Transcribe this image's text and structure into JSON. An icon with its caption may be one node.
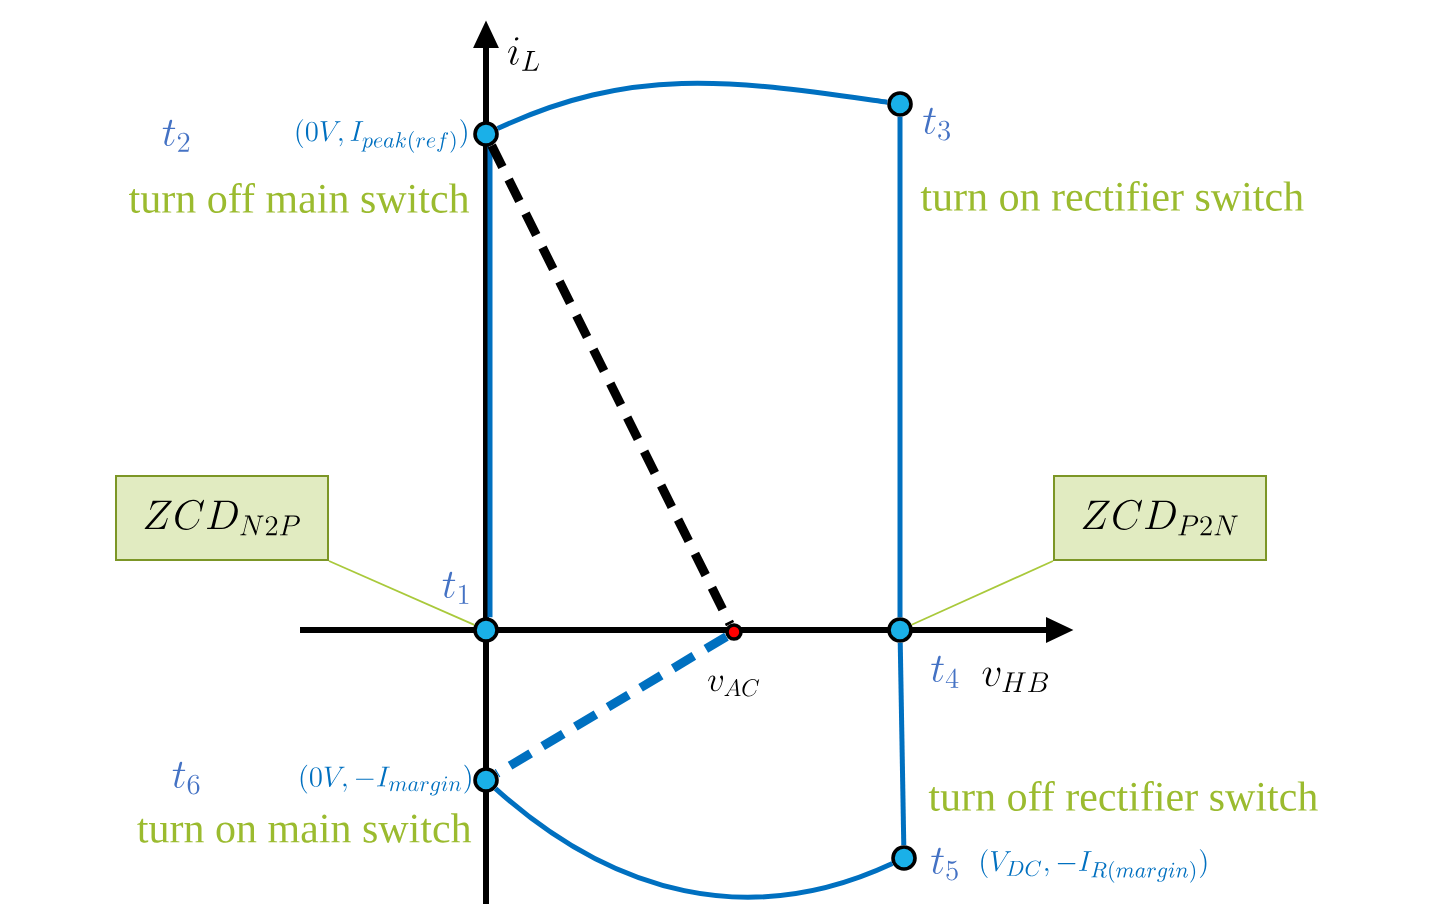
{
  "diagram": {
    "nodes": [
      {
        "text": [],
        "shape": "circle",
        "beside": [
          "t_1"
        ]
      },
      {
        "text": [],
        "shape": "circle",
        "beside": [
          "t_2",
          "(0V, I_{peak(ref)})",
          "turn off main switch"
        ]
      },
      {
        "text": [],
        "shape": "circle",
        "beside": [
          "t_3",
          "turn on rectifier switch"
        ]
      },
      {
        "text": [],
        "shape": "circle",
        "beside": [
          "t_4"
        ]
      },
      {
        "text": [],
        "shape": "circle",
        "beside": [
          "turn off rectifier switch",
          "t_5",
          "(V_{DC}, -I_{R(margin)})"
        ]
      },
      {
        "text": [],
        "shape": "circle",
        "beside": [
          "t_6",
          "(0V, -I_{margin})",
          "turn on main switch"
        ]
      },
      {
        "text": [],
        "shape": "circle",
        "beside": [
          "v_{AC}"
        ]
      },
      {
        "text": [
          "ZCD_{N2P}"
        ]
      },
      {
        "text": [
          "ZCD_{P2N}"
        ]
      }
    ],
    "edges": [
      {
        "from": 0,
        "to": 1,
        "arrow": "none"
      },
      {
        "from": 1,
        "to": 2,
        "arrow": "none"
      },
      {
        "from": 2,
        "to": 3,
        "arrow": "none"
      },
      {
        "from": 3,
        "to": 4,
        "arrow": "none"
      },
      {
        "from": 4,
        "to": 5,
        "arrow": "none"
      },
      {
        "from": 1,
        "to": 6,
        "arrow": "none",
        "style": "dashed",
        "color": "#000000"
      },
      {
        "from": 6,
        "to": 5,
        "arrow": "none",
        "style": "dashed"
      },
      {
        "from": 7,
        "to": 0,
        "arrow": "none",
        "color": "#a9c93b"
      },
      {
        "from": 8,
        "to": 3,
        "arrow": "none",
        "color": "#a9c93b"
      }
    ],
    "labels": [
      "i_L",
      "v_{HB}"
    ]
  }
}
